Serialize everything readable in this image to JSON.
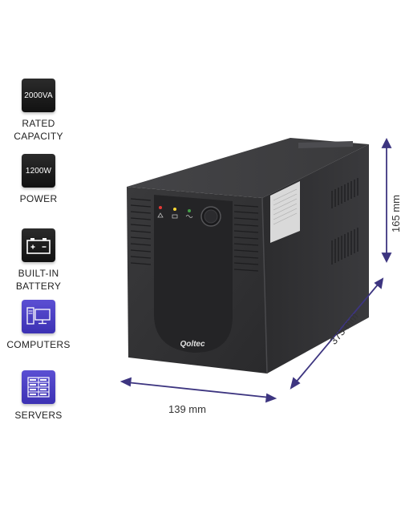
{
  "features": [
    {
      "badge": "2000VA",
      "label_line1": "RATED",
      "label_line2": "CAPACITY",
      "icon": "capacity-badge"
    },
    {
      "badge": "1200W",
      "label_line1": "POWER",
      "label_line2": "",
      "icon": "power-badge"
    },
    {
      "badge": "",
      "label_line1": "BUILT-IN",
      "label_line2": "BATTERY",
      "icon": "battery-icon"
    },
    {
      "badge": "",
      "label_line1": "COMPUTERS",
      "label_line2": "",
      "icon": "computer-icon"
    },
    {
      "badge": "",
      "label_line1": "SERVERS",
      "label_line2": "",
      "icon": "server-icon"
    }
  ],
  "dimensions": {
    "width": "139 mm",
    "depth": "375 mm",
    "height": "165 mm"
  },
  "product": {
    "brand": "Qoltec"
  },
  "colors": {
    "accent": "#3c31b3",
    "dimension_line": "#3d3580",
    "device": "#2e2e30"
  }
}
